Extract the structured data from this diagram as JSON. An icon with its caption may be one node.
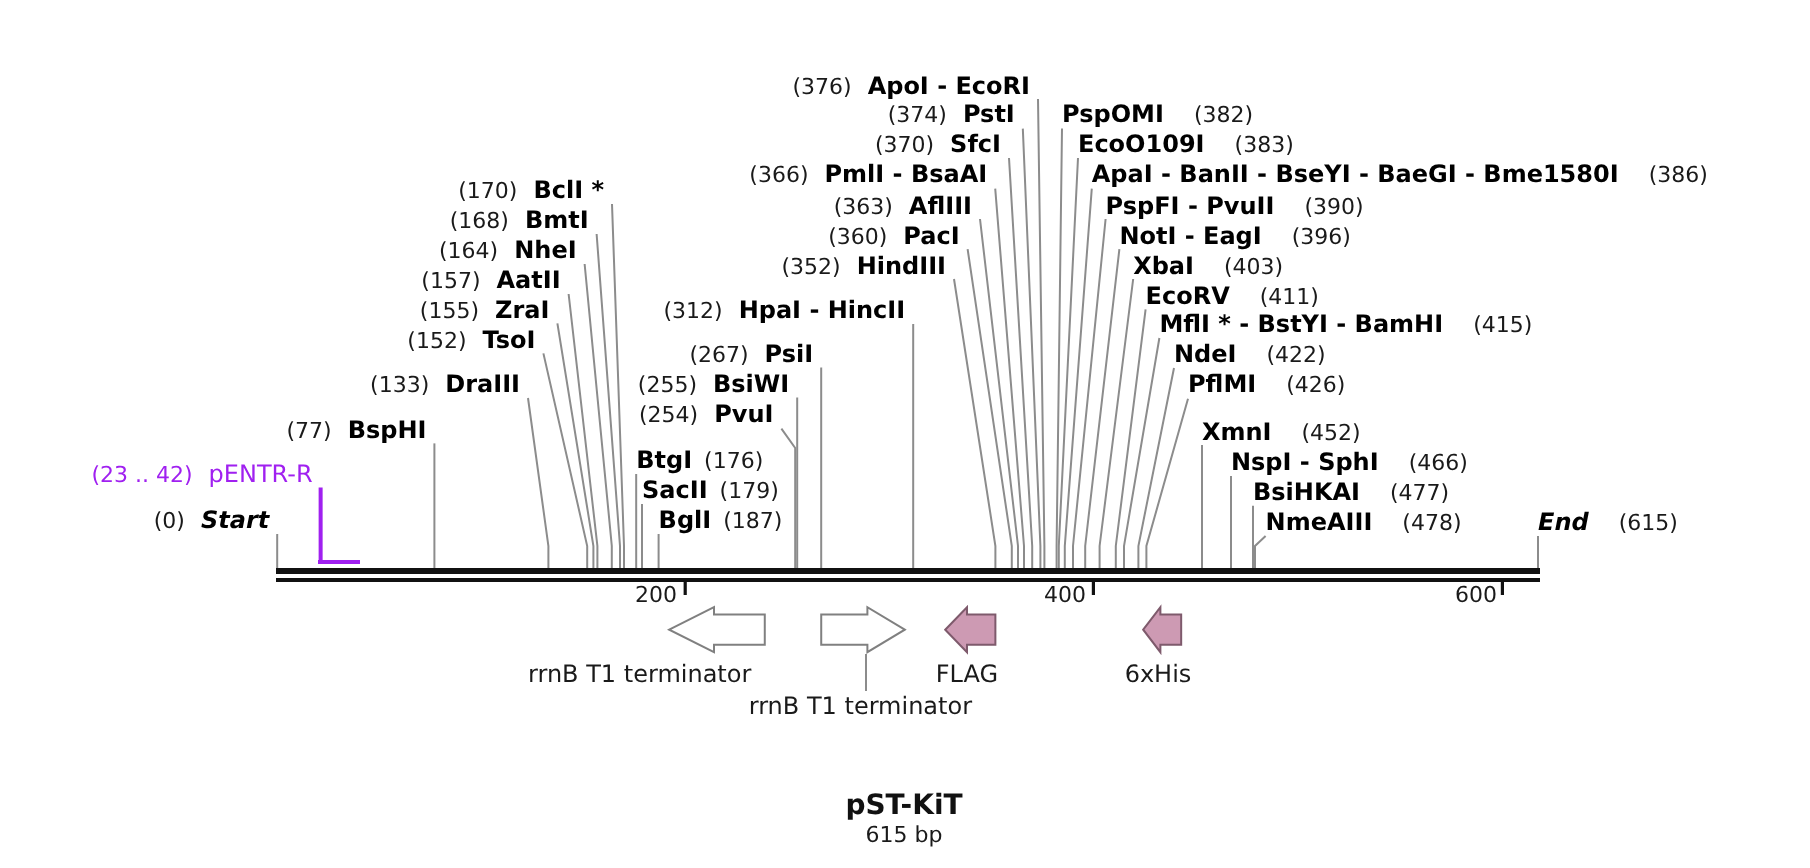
{
  "diagram": {
    "title": "pST-KiT",
    "caption": "615 bp",
    "nodes": [
      {
        "text": [
          "ApoI - EcoRI"
        ],
        "beside": [
          "(376)"
        ]
      },
      {
        "text": [
          "PstI"
        ],
        "beside": [
          "(374)"
        ]
      },
      {
        "text": [
          "PspOMI"
        ],
        "beside": [
          "(382)"
        ]
      },
      {
        "text": [
          "SfcI"
        ],
        "beside": [
          "(370)"
        ]
      },
      {
        "text": [
          "EcoO109I"
        ],
        "beside": [
          "(383)"
        ]
      },
      {
        "text": [
          "PmlI - BsaAI"
        ],
        "beside": [
          "(366)"
        ]
      },
      {
        "text": [
          "ApaI - BanII - BseYI - BaeGI - Bme1580I"
        ],
        "beside": [
          "(386)"
        ]
      },
      {
        "text": [
          "BclI *"
        ],
        "beside": [
          "(170)"
        ]
      },
      {
        "text": [
          "AflIII"
        ],
        "beside": [
          "(363)"
        ]
      },
      {
        "text": [
          "PspFI - PvuII"
        ],
        "beside": [
          "(390)"
        ]
      },
      {
        "text": [
          "BmtI"
        ],
        "beside": [
          "(168)"
        ]
      },
      {
        "text": [
          "PacI"
        ],
        "beside": [
          "(360)"
        ]
      },
      {
        "text": [
          "NotI - EagI"
        ],
        "beside": [
          "(396)"
        ]
      },
      {
        "text": [
          "NheI"
        ],
        "beside": [
          "(164)"
        ]
      },
      {
        "text": [
          "HindIII"
        ],
        "beside": [
          "(352)"
        ]
      },
      {
        "text": [
          "XbaI"
        ],
        "beside": [
          "(403)"
        ]
      },
      {
        "text": [
          "AatII"
        ],
        "beside": [
          "(157)"
        ]
      },
      {
        "text": [
          "EcoRV"
        ],
        "beside": [
          "(411)"
        ]
      },
      {
        "text": [
          "ZraI"
        ],
        "beside": [
          "(155)"
        ]
      },
      {
        "text": [
          "HpaI - HincII"
        ],
        "beside": [
          "(312)"
        ]
      },
      {
        "text": [
          "MflI * - BstYI - BamHI"
        ],
        "beside": [
          "(415)"
        ]
      },
      {
        "text": [
          "TsoI"
        ],
        "beside": [
          "(152)"
        ]
      },
      {
        "text": [
          "PsiI"
        ],
        "beside": [
          "(267)"
        ]
      },
      {
        "text": [
          "NdeI"
        ],
        "beside": [
          "(422)"
        ]
      },
      {
        "text": [
          "DraIII"
        ],
        "beside": [
          "(133)"
        ]
      },
      {
        "text": [
          "BsiWI"
        ],
        "beside": [
          "(255)"
        ]
      },
      {
        "text": [
          "PflMI"
        ],
        "beside": [
          "(426)"
        ]
      },
      {
        "text": [
          "PvuI"
        ],
        "beside": [
          "(254)"
        ]
      },
      {
        "text": [
          "BspHI"
        ],
        "beside": [
          "(77)"
        ]
      },
      {
        "text": [
          "XmnI"
        ],
        "beside": [
          "(452)"
        ]
      },
      {
        "text": [
          "BglI"
        ],
        "beside": [
          "(187)"
        ]
      },
      {
        "text": [
          "NspI - SphI"
        ],
        "beside": [
          "(466)"
        ]
      },
      {
        "text": [
          "pENTR-R"
        ],
        "beside": [
          "(23 .. 42)"
        ]
      },
      {
        "text": [
          "SacII"
        ],
        "beside": [
          "(179)"
        ]
      },
      {
        "text": [
          "BsiHKAI"
        ],
        "beside": [
          "(477)"
        ]
      },
      {
        "text": [
          "Start"
        ],
        "beside": [
          "(0)"
        ]
      },
      {
        "text": [
          "BtgI"
        ],
        "beside": [
          "(176)"
        ]
      },
      {
        "text": [
          "NmeAIII"
        ],
        "beside": [
          "(478)"
        ]
      },
      {
        "text": [
          "End"
        ],
        "beside": [
          "(615)"
        ]
      },
      {
        "text": [],
        "shape": "bar"
      },
      {
        "text": [],
        "shape": "bar"
      },
      {
        "text": [
          "rrnB T1 terminator"
        ]
      },
      {
        "text": [],
        "shape": "arrow"
      },
      {
        "text": [
          "FLAG"
        ]
      },
      {
        "text": [
          "6xHis"
        ]
      },
      {
        "text": [
          "rrnB T1 terminator"
        ]
      }
    ],
    "edges": [
      {
        "from": 0,
        "to": 40,
        "arrow": "none"
      },
      {
        "from": 1,
        "to": 40,
        "arrow": "none"
      },
      {
        "from": 2,
        "to": 40,
        "arrow": "none"
      },
      {
        "from": 3,
        "to": 40,
        "arrow": "none"
      },
      {
        "from": 4,
        "to": 40,
        "arrow": "none"
      },
      {
        "from": 5,
        "to": 40,
        "arrow": "none"
      },
      {
        "from": 6,
        "to": 40,
        "arrow": "none"
      },
      {
        "from": 7,
        "to": 40,
        "arrow": "none"
      },
      {
        "from": 8,
        "to": 40,
        "arrow": "none"
      },
      {
        "from": 9,
        "to": 40,
        "arrow": "none"
      },
      {
        "from": 10,
        "to": 40,
        "arrow": "none"
      },
      {
        "from": 11,
        "to": 40,
        "arrow": "none"
      },
      {
        "from": 12,
        "to": 40,
        "arrow": "none"
      },
      {
        "from": 13,
        "to": 40,
        "arrow": "none"
      },
      {
        "from": 14,
        "to": 40,
        "arrow": "none"
      },
      {
        "from": 15,
        "to": 40,
        "arrow": "none"
      },
      {
        "from": 16,
        "to": 40,
        "arrow": "none"
      },
      {
        "from": 17,
        "to": 40,
        "arrow": "none"
      },
      {
        "from": 18,
        "to": 40,
        "arrow": "none"
      },
      {
        "from": 19,
        "to": 40,
        "arrow": "none"
      },
      {
        "from": 20,
        "to": 40,
        "arrow": "none"
      },
      {
        "from": 21,
        "to": 40,
        "arrow": "none"
      },
      {
        "from": 22,
        "to": 40,
        "arrow": "none"
      },
      {
        "from": 23,
        "to": 40,
        "arrow": "none"
      },
      {
        "from": 24,
        "to": 40,
        "arrow": "none"
      },
      {
        "from": 25,
        "to": 40,
        "arrow": "none"
      },
      {
        "from": 26,
        "to": 40,
        "arrow": "none"
      },
      {
        "from": 27,
        "to": 40,
        "arrow": "none"
      },
      {
        "from": 28,
        "to": 40,
        "arrow": "none"
      },
      {
        "from": 29,
        "to": 40,
        "arrow": "none"
      },
      {
        "from": 30,
        "to": 40,
        "arrow": "none"
      },
      {
        "from": 31,
        "to": 40,
        "arrow": "none"
      },
      {
        "from": 32,
        "to": 39,
        "arrow": "none",
        "color": "#a020f0"
      },
      {
        "from": 33,
        "to": 40,
        "arrow": "none"
      },
      {
        "from": 34,
        "to": 40,
        "arrow": "none"
      },
      {
        "from": 35,
        "to": 40,
        "arrow": "none"
      },
      {
        "from": 36,
        "to": 40,
        "arrow": "none"
      },
      {
        "from": 37,
        "to": 40,
        "arrow": "none"
      },
      {
        "from": 38,
        "to": 40,
        "arrow": "none"
      },
      {
        "from": 45,
        "to": 42,
        "arrow": "none"
      }
    ],
    "labels": [
      "200",
      "400",
      "600"
    ]
  }
}
